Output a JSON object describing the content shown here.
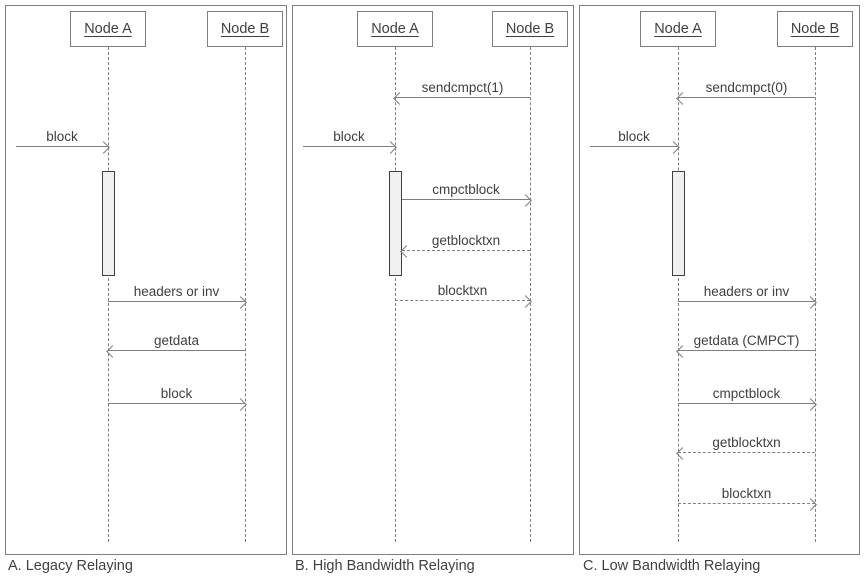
{
  "title": "Compact block relaying sequence diagrams",
  "colors": {
    "line": "#7f7f7f",
    "text": "#404040",
    "activation_fill": "#f0f0f0",
    "activation_border": "#3f3f3f",
    "background": "#ffffff"
  },
  "panels": [
    {
      "id": "A",
      "caption": "A. Legacy Relaying",
      "actors": [
        {
          "name": "Node A"
        },
        {
          "name": "Node B"
        }
      ],
      "messages": [
        {
          "label": "block",
          "from": "external",
          "to": "Node A",
          "line": "solid"
        },
        {
          "label": "headers or inv",
          "from": "Node A",
          "to": "Node B",
          "line": "solid"
        },
        {
          "label": "getdata",
          "from": "Node B",
          "to": "Node A",
          "line": "solid"
        },
        {
          "label": "block",
          "from": "Node A",
          "to": "Node B",
          "line": "solid"
        }
      ]
    },
    {
      "id": "B",
      "caption": "B. High Bandwidth Relaying",
      "actors": [
        {
          "name": "Node A"
        },
        {
          "name": "Node B"
        }
      ],
      "messages": [
        {
          "label": "sendcmpct(1)",
          "from": "Node B",
          "to": "Node A",
          "line": "solid"
        },
        {
          "label": "block",
          "from": "external",
          "to": "Node A",
          "line": "solid"
        },
        {
          "label": "cmpctblock",
          "from": "Node A",
          "to": "Node B",
          "line": "solid"
        },
        {
          "label": "getblocktxn",
          "from": "Node B",
          "to": "Node A",
          "line": "dashed"
        },
        {
          "label": "blocktxn",
          "from": "Node A",
          "to": "Node B",
          "line": "dashed"
        }
      ]
    },
    {
      "id": "C",
      "caption": "C. Low Bandwidth Relaying",
      "actors": [
        {
          "name": "Node A"
        },
        {
          "name": "Node B"
        }
      ],
      "messages": [
        {
          "label": "sendcmpct(0)",
          "from": "Node B",
          "to": "Node A",
          "line": "solid"
        },
        {
          "label": "block",
          "from": "external",
          "to": "Node A",
          "line": "solid"
        },
        {
          "label": "headers or inv",
          "from": "Node A",
          "to": "Node B",
          "line": "solid"
        },
        {
          "label": "getdata (CMPCT)",
          "from": "Node B",
          "to": "Node A",
          "line": "solid"
        },
        {
          "label": "cmpctblock",
          "from": "Node A",
          "to": "Node B",
          "line": "solid"
        },
        {
          "label": "getblocktxn",
          "from": "Node B",
          "to": "Node A",
          "line": "dashed"
        },
        {
          "label": "blocktxn",
          "from": "Node A",
          "to": "Node B",
          "line": "dashed"
        }
      ]
    }
  ]
}
